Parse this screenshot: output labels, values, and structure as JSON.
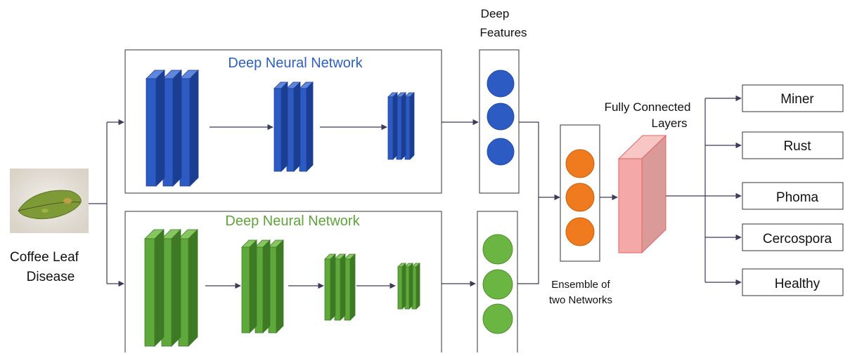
{
  "input": {
    "label_line1": "Coffee Leaf",
    "label_line2": "Disease"
  },
  "network_top": {
    "title": "Deep Neural Network",
    "color": "#2E5FC2"
  },
  "network_bottom": {
    "title": "Deep Neural Network",
    "color": "#5FA33A"
  },
  "deep_features": {
    "label_line1": "Deep",
    "label_line2": "Features"
  },
  "ensemble": {
    "label_line1": "Ensemble of",
    "label_line2": "two Networks",
    "node_color": "#F07A1E"
  },
  "fully_connected": {
    "label_line1": "Fully Connected",
    "label_line2": "Layers",
    "color": "#F4A8A8"
  },
  "outputs": [
    {
      "label": "Miner"
    },
    {
      "label": "Rust"
    },
    {
      "label": "Phoma"
    },
    {
      "label": "Cercospora"
    },
    {
      "label": "Healthy"
    }
  ],
  "colors": {
    "blue_front": "#2D5BC4",
    "blue_side": "#1C3E92",
    "blue_top": "#5E86DC",
    "green_front": "#5FA83C",
    "green_side": "#3E7A25",
    "green_top": "#86C660",
    "arrow": "#3B3B5A"
  }
}
